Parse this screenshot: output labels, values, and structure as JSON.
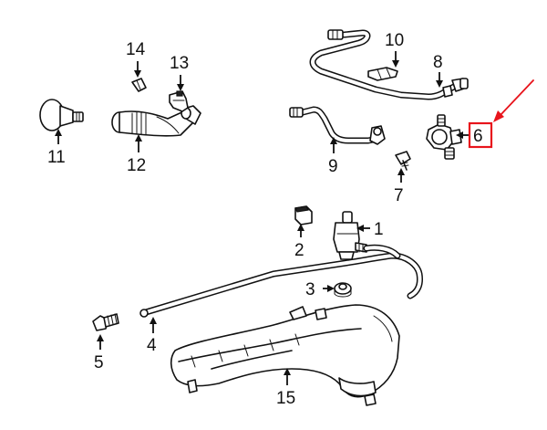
{
  "callouts": [
    {
      "id": "1",
      "label": "1"
    },
    {
      "id": "2",
      "label": "2"
    },
    {
      "id": "3",
      "label": "3"
    },
    {
      "id": "4",
      "label": "4"
    },
    {
      "id": "5",
      "label": "5"
    },
    {
      "id": "6",
      "label": "6"
    },
    {
      "id": "7",
      "label": "7"
    },
    {
      "id": "8",
      "label": "8"
    },
    {
      "id": "9",
      "label": "9"
    },
    {
      "id": "10",
      "label": "10"
    },
    {
      "id": "11",
      "label": "11"
    },
    {
      "id": "12",
      "label": "12"
    },
    {
      "id": "13",
      "label": "13"
    },
    {
      "id": "14",
      "label": "14"
    },
    {
      "id": "15",
      "label": "15"
    }
  ],
  "highlight": {
    "callout": "6",
    "box_color": "#e8141c",
    "pointer_color": "#e8141c"
  },
  "colors": {
    "ink": "#111111",
    "background": "#ffffff"
  }
}
